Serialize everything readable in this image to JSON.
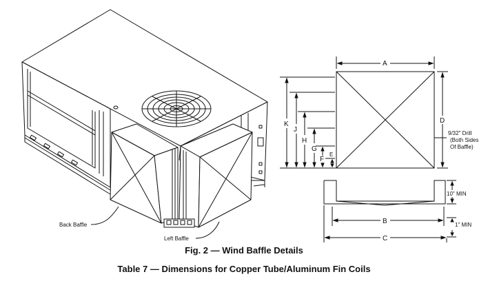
{
  "figure": {
    "caption": "Fig. 2 — Wind Baffle Details",
    "table_caption": "Table 7 — Dimensions for Copper Tube/Aluminum Fin Coils"
  },
  "labels": {
    "back_baffle": "Back Baffle",
    "left_baffle": "Left Baffle",
    "dim_a": "A",
    "dim_b": "B",
    "dim_c": "C",
    "dim_d": "D",
    "dim_e": "E",
    "dim_f": "F",
    "dim_g": "G",
    "dim_h": "H",
    "dim_j": "J",
    "dim_k": "K",
    "drill_note_1": "9/32\" Drill",
    "drill_note_2": "(Both Sides",
    "drill_note_3": "Of Baffle)",
    "min_10": "10\" MIN",
    "min_1": "1\" MIN"
  }
}
